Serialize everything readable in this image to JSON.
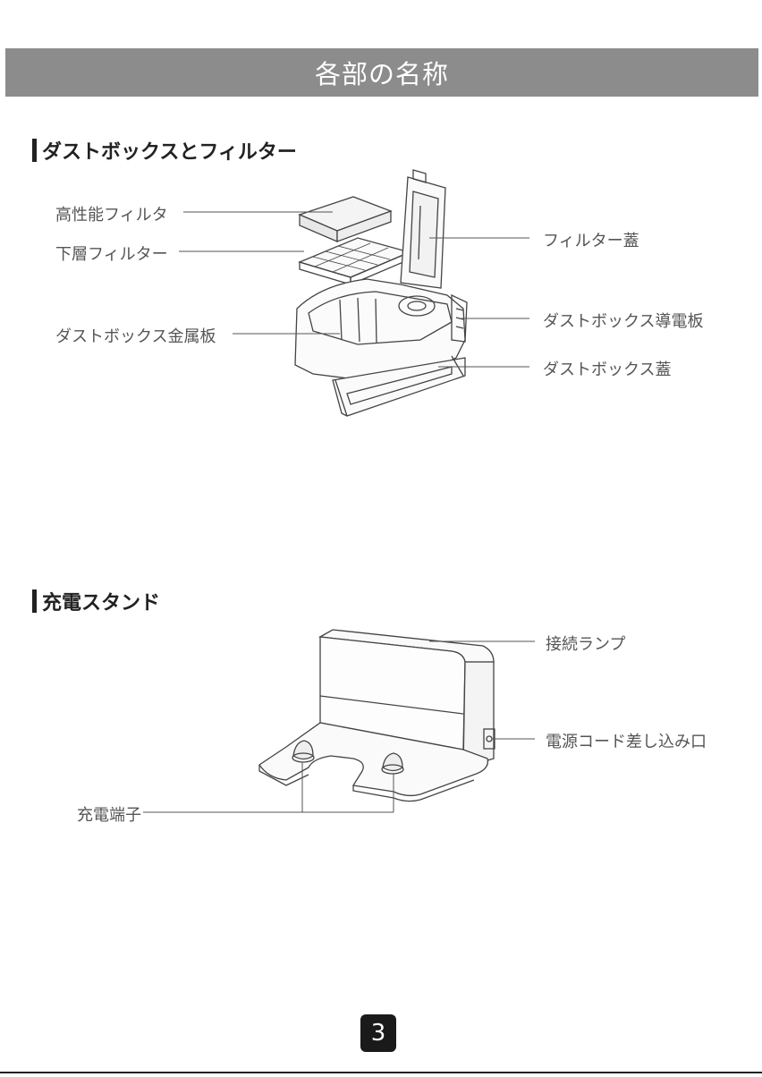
{
  "header": {
    "title": "各部の名称"
  },
  "sections": {
    "dustbox": {
      "title": "ダストボックスとフィルター",
      "labels": {
        "hepa_filter": "高性能フィルタ",
        "lower_filter": "下層フィルター",
        "metal_plate": "ダストボックス金属板",
        "filter_lid": "フィルター蓋",
        "conductive_plate": "ダストボックス導電板",
        "dustbox_lid": "ダストボックス蓋"
      }
    },
    "charging_stand": {
      "title": "充電スタンド",
      "labels": {
        "connection_lamp": "接続ランプ",
        "power_port": "電源コード差し込み口",
        "charging_terminal": "充電端子"
      }
    }
  },
  "footer": {
    "page_number": "3"
  }
}
